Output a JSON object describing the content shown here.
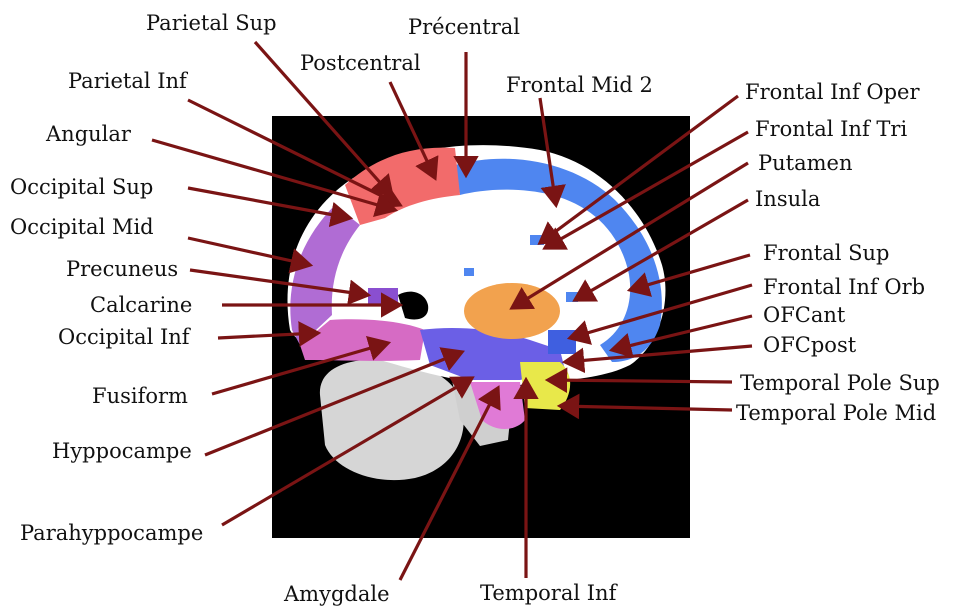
{
  "labels": {
    "parietal_sup": "Parietal Sup",
    "precentral": "Précentral",
    "postcentral": "Postcentral",
    "parietal_inf": "Parietal Inf",
    "frontal_mid_2": "Frontal Mid 2",
    "frontal_inf_oper": "Frontal Inf Oper",
    "angular": "Angular",
    "frontal_inf_tri": "Frontal Inf Tri",
    "putamen": "Putamen",
    "occipital_sup": "Occipital Sup",
    "insula": "Insula",
    "occipital_mid": "Occipital Mid",
    "frontal_sup": "Frontal Sup",
    "precuneus": "Precuneus",
    "frontal_inf_orb": "Frontal Inf Orb",
    "calcarine": "Calcarine",
    "ofcant": "OFCant",
    "occipital_inf": "Occipital Inf",
    "ofcpost": "OFCpost",
    "temporal_pole_sup": "Temporal Pole Sup",
    "fusiform": "Fusiform",
    "temporal_pole_mid": "Temporal Pole Mid",
    "hyppocampe": "Hyppocampe",
    "parahyppocampe": "Parahyppocampe",
    "amygdale": "Amygdale",
    "temporal_inf": "Temporal Inf"
  },
  "colors": {
    "arrow": "#7a1414",
    "background_panel": "#000000",
    "frontal_blue": "#4f86f0",
    "parietal_red": "#f26b6b",
    "occipital_purple": "#b06cd4",
    "precuneus_magenta": "#d66bc4",
    "putamen_orange": "#f2a24e",
    "temporal_pole_yellow": "#e8e84a",
    "medial_violet": "#6b5fe6",
    "white_matter": "#ffffff",
    "cerebellum_gray": "#d9d9d9"
  }
}
